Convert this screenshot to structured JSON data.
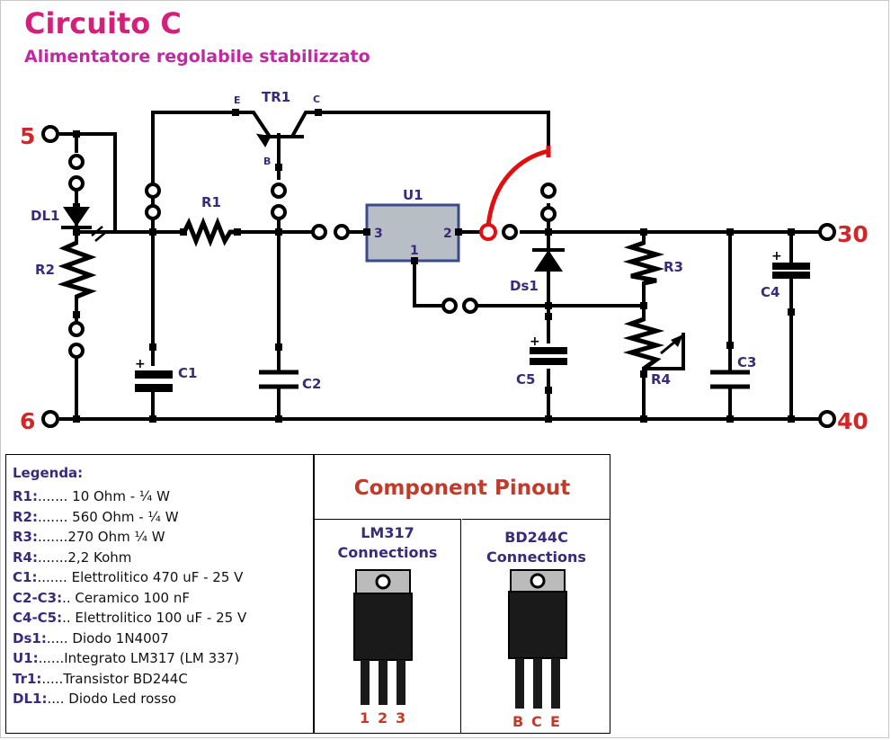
{
  "title": "Circuito C",
  "subtitle": "Alimentatore regolabile stabilizzato",
  "terminals": {
    "t5": "5",
    "t6": "6",
    "t30": "30",
    "t40": "40"
  },
  "components": {
    "tr1": "TR1",
    "tr1_e": "E",
    "tr1_c": "C",
    "tr1_b": "B",
    "u1": "U1",
    "u1_pin1": "1",
    "u1_pin2": "2",
    "u1_pin3": "3",
    "r1": "R1",
    "r2": "R2",
    "r3": "R3",
    "r4": "R4",
    "c1": "C1",
    "c2": "C2",
    "c3": "C3",
    "c4": "C4",
    "c5": "C5",
    "ds1": "Ds1",
    "dl1": "DL1",
    "plus": "+"
  },
  "legend": {
    "title": "Legenda:",
    "items": [
      {
        "key": "R1:",
        "text": "....... 10 Ohm - ¼ W"
      },
      {
        "key": "R2:",
        "text": "....... 560 Ohm - ¼ W"
      },
      {
        "key": "R3:",
        "text": ".......270 Ohm ¼ W"
      },
      {
        "key": "R4:",
        "text": ".......2,2 Kohm"
      },
      {
        "key": "C1:",
        "text": "....... Elettrolitico 470 uF - 25 V"
      },
      {
        "key": "C2-C3:",
        "text": ".. Ceramico 100 nF"
      },
      {
        "key": "C4-C5:",
        "text": ".. Elettrolitico 100 uF - 25 V"
      },
      {
        "key": "Ds1:",
        "text": "..... Diodo 1N4007"
      },
      {
        "key": "U1:",
        "text": "......Integrato LM317 (LM 337)"
      },
      {
        "key": "Tr1:",
        "text": ".....Transistor BD244C"
      },
      {
        "key": "DL1:",
        "text": ".... Diodo Led rosso"
      }
    ]
  },
  "pinout": {
    "title": "Component Pinout",
    "lm317": {
      "line1": "LM317",
      "line2": "Connections",
      "pins": [
        "1",
        "2",
        "3"
      ]
    },
    "bd244c": {
      "line1": "BD244C",
      "line2": "Connections",
      "pins": [
        "B",
        "C",
        "E"
      ]
    }
  },
  "colors": {
    "title": "#d4207a",
    "terminal": "#d0282a",
    "label": "#3a2a7a",
    "ic_fill": "#b8bec6",
    "ic_border": "#3a4a8a",
    "jumper": "#e01010"
  }
}
